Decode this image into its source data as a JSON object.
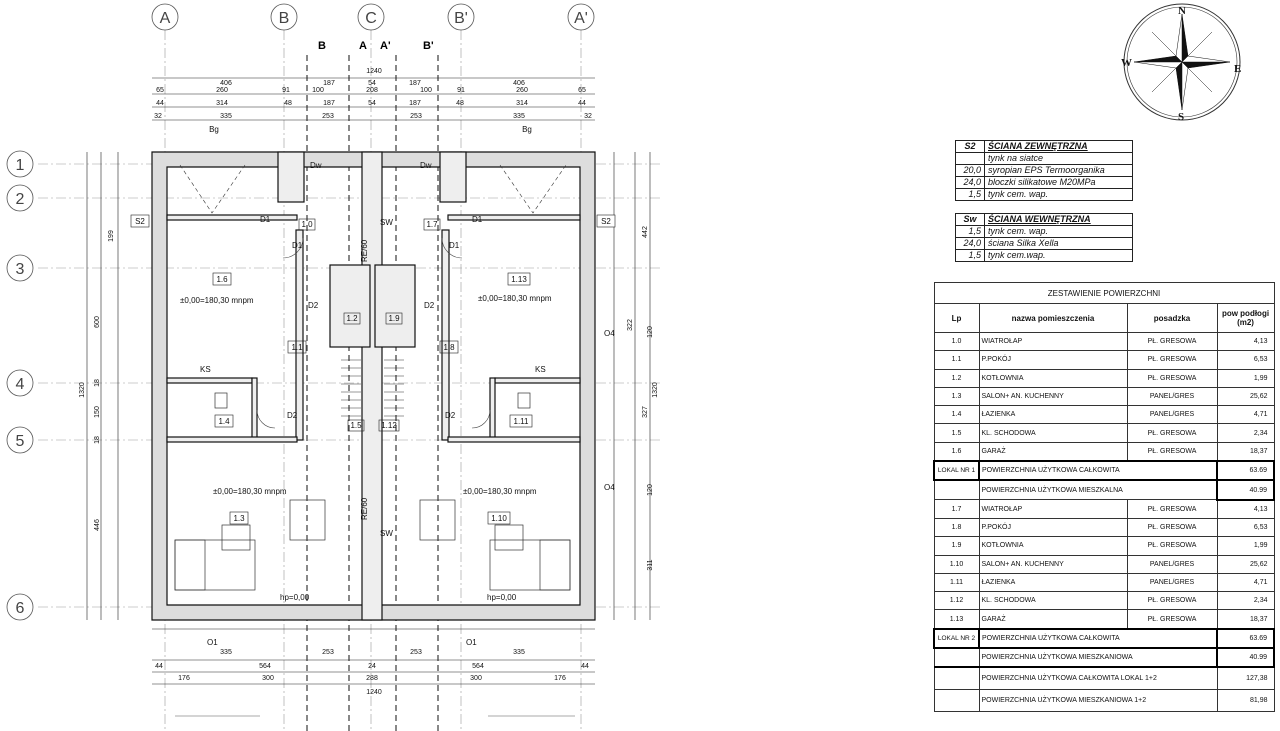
{
  "axes_top": [
    "A",
    "B",
    "C",
    "B'",
    "A'"
  ],
  "axes_left": [
    "1",
    "2",
    "3",
    "4",
    "5",
    "6"
  ],
  "section_marks": [
    "B",
    "A",
    "A'",
    "B'"
  ],
  "dims": {
    "overall": "1240",
    "row1": [
      "406",
      "187",
      "54",
      "187",
      "406"
    ],
    "row2": [
      "65",
      "260",
      "91",
      "100",
      "208",
      "100",
      "91",
      "260",
      "65"
    ],
    "row3": [
      "44",
      "314",
      "48",
      "187",
      "54",
      "187",
      "48",
      "314",
      "44"
    ],
    "row4": [
      "32",
      "335",
      "253",
      "253",
      "335",
      "32"
    ],
    "bottom1": [
      "335",
      "253",
      "253",
      "335"
    ],
    "bottom2": [
      "44",
      "564",
      "24",
      "564",
      "44"
    ],
    "bottom3": [
      "176",
      "300",
      "288",
      "300",
      "176"
    ],
    "bottom_overall": "1240",
    "left_outer": "1320",
    "left_inner": [
      "199",
      "600",
      "18",
      "150",
      "18",
      "446"
    ],
    "right_outer": "1320",
    "right_inner": [
      "442",
      "322",
      "120",
      "327",
      "120",
      "311"
    ]
  },
  "plan_labels": {
    "rooms": [
      "1.6",
      "1.13",
      "1.4",
      "1.11",
      "1.3",
      "1.10",
      "1.1",
      "1.8",
      "1.2",
      "1.9",
      "1.5",
      "1.12",
      "1.0",
      "1.7"
    ],
    "level": "±0,00=180,30 mnpm",
    "wall_tags": [
      "S2",
      "S2",
      "SW",
      "SW"
    ],
    "doors": [
      "D1",
      "D1",
      "D1",
      "D1",
      "D2",
      "D2",
      "D2",
      "D2",
      "Dw",
      "Dw",
      "O1",
      "O1",
      "O4",
      "O4"
    ],
    "bg": "Bg",
    "ks": "KS",
    "hp": "hp=0,00",
    "re": "RE/60"
  },
  "compass": {
    "n": "N",
    "e": "E",
    "s": "S",
    "w": "W"
  },
  "layers_s2": {
    "code": "S2",
    "title": "ŚCIANA ZEWNĘTRZNA",
    "rows": [
      {
        "t": "",
        "m": "tynk na siatce"
      },
      {
        "t": "20,0",
        "m": "syropian EPS Termoorganika"
      },
      {
        "t": "24,0",
        "m": "bloczki silikatowe M20MPa"
      },
      {
        "t": "1,5",
        "m": "tynk cem. wap."
      }
    ]
  },
  "layers_sw": {
    "code": "Sw",
    "title": "ŚCIANA WEWNĘTRZNA",
    "rows": [
      {
        "t": "1,5",
        "m": "tynk cem. wap."
      },
      {
        "t": "24,0",
        "m": "ściana Silka Xella"
      },
      {
        "t": "1,5",
        "m": "tynk cem.wap."
      }
    ]
  },
  "areas": {
    "title": "ZESTAWIENIE POWIERZCHNI",
    "headers": [
      "Lp",
      "nazwa pomieszczenia",
      "posadzka",
      "pow podłogi (m2)"
    ],
    "lokal1": [
      [
        "1.0",
        "WIATROŁAP",
        "PŁ. GRESOWA",
        "4,13"
      ],
      [
        "1.1",
        "P.POKÓJ",
        "PŁ. GRESOWA",
        "6,53"
      ],
      [
        "1.2",
        "KOTŁOWNIA",
        "PŁ. GRESOWA",
        "1,99"
      ],
      [
        "1.3",
        "SALON+ AN. KUCHENNY",
        "PANEL/GRES",
        "25,62"
      ],
      [
        "1.4",
        "ŁAZIENKA",
        "PANEL/GRES",
        "4,71"
      ],
      [
        "1.5",
        "KL. SCHODOWA",
        "PŁ. GRESOWA",
        "2,34"
      ],
      [
        "1.6",
        "GARAŻ",
        "PŁ. GRESOWA",
        "18,37"
      ]
    ],
    "lokal1_label": "LOKAL NR 1",
    "lokal1_total_label": "POWIERZCHNIA UŻYTKOWA CAŁKOWITA",
    "lokal1_total": "63.69",
    "lokal1_res_label": "POWIERZCHNIA UŻYTKOWA MIESZKALNA",
    "lokal1_res": "40.99",
    "lokal2": [
      [
        "1.7",
        "WIATROŁAP",
        "PŁ. GRESOWA",
        "4,13"
      ],
      [
        "1.8",
        "P.POKÓJ",
        "PŁ. GRESOWA",
        "6,53"
      ],
      [
        "1.9",
        "KOTŁOWNIA",
        "PŁ. GRESOWA",
        "1,99"
      ],
      [
        "1.10",
        "SALON+ AN. KUCHENNY",
        "PANEL/GRES",
        "25,62"
      ],
      [
        "1.11",
        "ŁAZIENKA",
        "PANEL/GRES",
        "4,71"
      ],
      [
        "1.12",
        "KL. SCHODOWA",
        "PŁ. GRESOWA",
        "2,34"
      ],
      [
        "1.13",
        "GARAŻ",
        "PŁ. GRESOWA",
        "18,37"
      ]
    ],
    "lokal2_label": "LOKAL NR 2",
    "lokal2_total_label": "POWIERZCHNIA UŻYTKOWA CAŁKOWITA",
    "lokal2_total": "63.69",
    "lokal2_res_label": "POWIERZCHNIA UŻYTKOWA MIESZKANIOWA",
    "lokal2_res": "40.99",
    "sum_total_label": "POWIERZCHNIA UŻYTKOWA CAŁKOWITA LOKAL 1+2",
    "sum_total": "127,38",
    "sum_res_label": "POWIERZCHNIA UŻYTKOWA MIESZKANIOWA 1+2",
    "sum_res": "81,98"
  }
}
